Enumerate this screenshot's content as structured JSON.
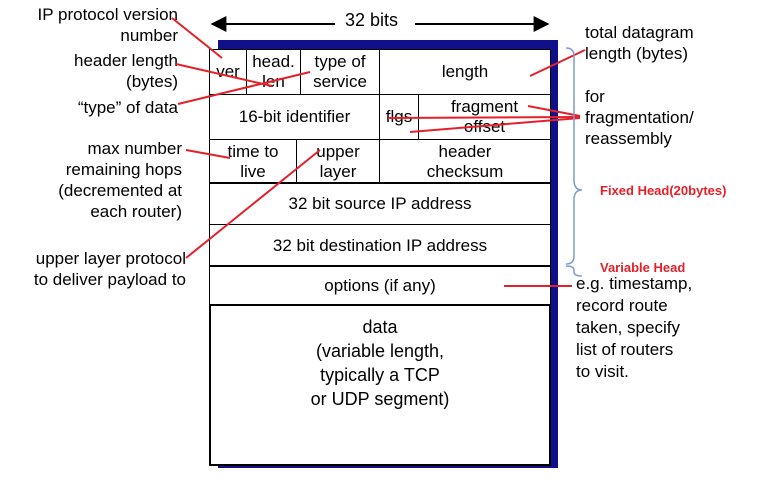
{
  "width_label": "32 bits",
  "fields": {
    "ver": "ver",
    "head_len": "head.\nlen",
    "tos": "type of\nservice",
    "length": "length",
    "identifier": "16-bit identifier",
    "flags": "flgs",
    "fragment_offset": "fragment\noffset",
    "ttl": "time to\nlive",
    "upper_layer": "upper\nlayer",
    "checksum": "header\nchecksum",
    "src": "32 bit source IP address",
    "dst": "32 bit destination IP address",
    "options": "options (if any)",
    "data": "data\n(variable length,\ntypically a TCP\nor UDP segment)"
  },
  "annotations": {
    "ip_version": "IP protocol version\nnumber",
    "header_length": "header length\n(bytes)",
    "type_of_data": "“type” of data",
    "max_hops": "max number\nremaining hops\n(decremented at\neach router)",
    "upper_protocol": "upper layer protocol\nto deliver payload to",
    "total_length": "total datagram\nlength (bytes)",
    "fragmentation": "for\nfragmentation/\nreassembly",
    "fixed_head": "Fixed Head(20bytes)",
    "variable_head": "Variable Head",
    "options_example": "e.g. timestamp,\nrecord route\ntaken, specify\nlist of routers\nto visit."
  },
  "colors": {
    "box_shadow": "#10108a",
    "pointer_line": "#e4202a",
    "bracket": "#7f9ccf"
  }
}
